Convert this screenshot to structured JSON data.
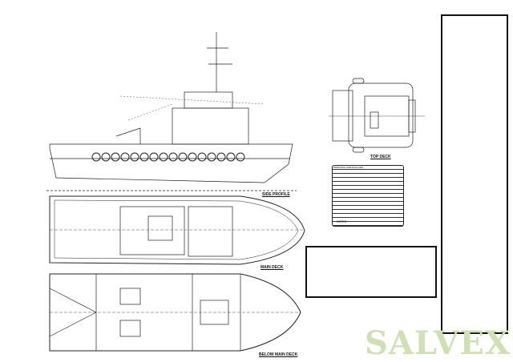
{
  "drawing": {
    "views": {
      "side_profile": "SIDE PROFILE",
      "main_deck": "MAIN DECK",
      "below_main_deck": "BELOW MAIN DECK",
      "top_deck": "TOP DECK"
    },
    "particulars_title": "PRINCIPAL PARTICULARS",
    "notes_title": "NOTES"
  },
  "watermark": "SALVEX"
}
